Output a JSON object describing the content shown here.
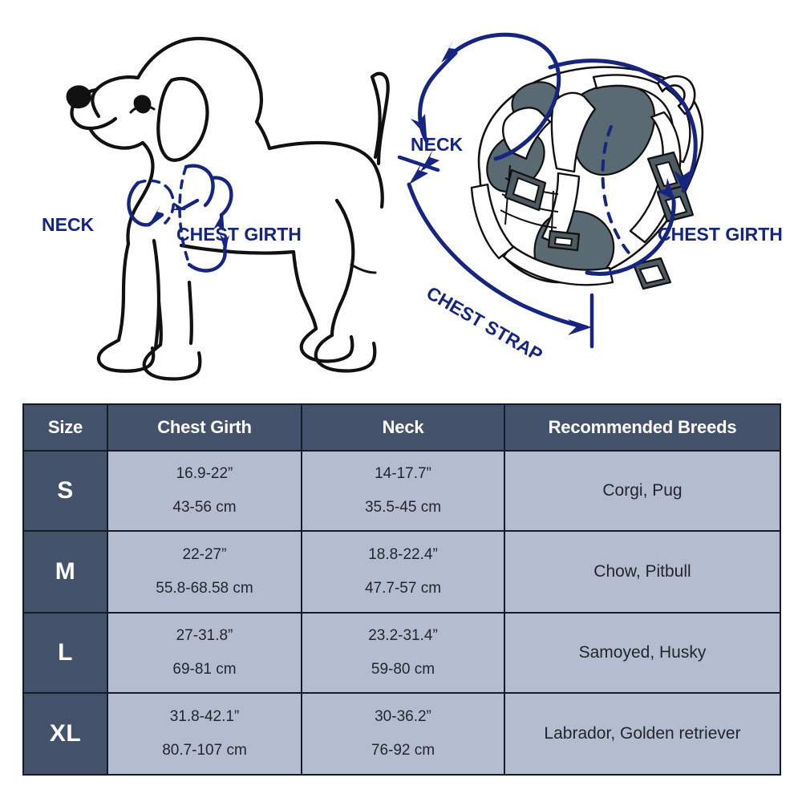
{
  "illustrations": {
    "dog_side": {
      "name": "dog-side-measurement-diagram",
      "labels": {
        "neck": "NECK",
        "chest_girth": "CHEST GIRTH"
      }
    },
    "harness": {
      "name": "harness-measurement-diagram",
      "labels": {
        "neck": "NECK",
        "chest_girth": "CHEST GIRTH",
        "chest_strap": "CHEST STRAP"
      }
    }
  },
  "colors": {
    "header_bg": "#44536b",
    "cell_bg": "#b4bdd0",
    "border": "#141c28",
    "label_blue": "#16257f",
    "pad_gray": "#5a6a72",
    "outline": "#111111"
  },
  "table": {
    "name": "dog-harness-size-chart",
    "headers": [
      "Size",
      "Chest Girth",
      "Neck",
      "Recommended Breeds"
    ],
    "rows": [
      {
        "size": "S",
        "chest_in": "16.9-22”",
        "chest_cm": "43-56 cm",
        "neck_in": "14-17.7”",
        "neck_cm": "35.5-45 cm",
        "breeds": "Corgi, Pug"
      },
      {
        "size": "M",
        "chest_in": "22-27”",
        "chest_cm": "55.8-68.58 cm",
        "neck_in": "18.8-22.4”",
        "neck_cm": "47.7-57 cm",
        "breeds": "Chow, Pitbull"
      },
      {
        "size": "L",
        "chest_in": "27-31.8”",
        "chest_cm": "69-81 cm",
        "neck_in": "23.2-31.4”",
        "neck_cm": "59-80 cm",
        "breeds": "Samoyed, Husky"
      },
      {
        "size": "XL",
        "chest_in": "31.8-42.1”",
        "chest_cm": "80.7-107 cm",
        "neck_in": "30-36.2”",
        "neck_cm": "76-92 cm",
        "breeds": "Labrador, Golden retriever"
      }
    ]
  }
}
